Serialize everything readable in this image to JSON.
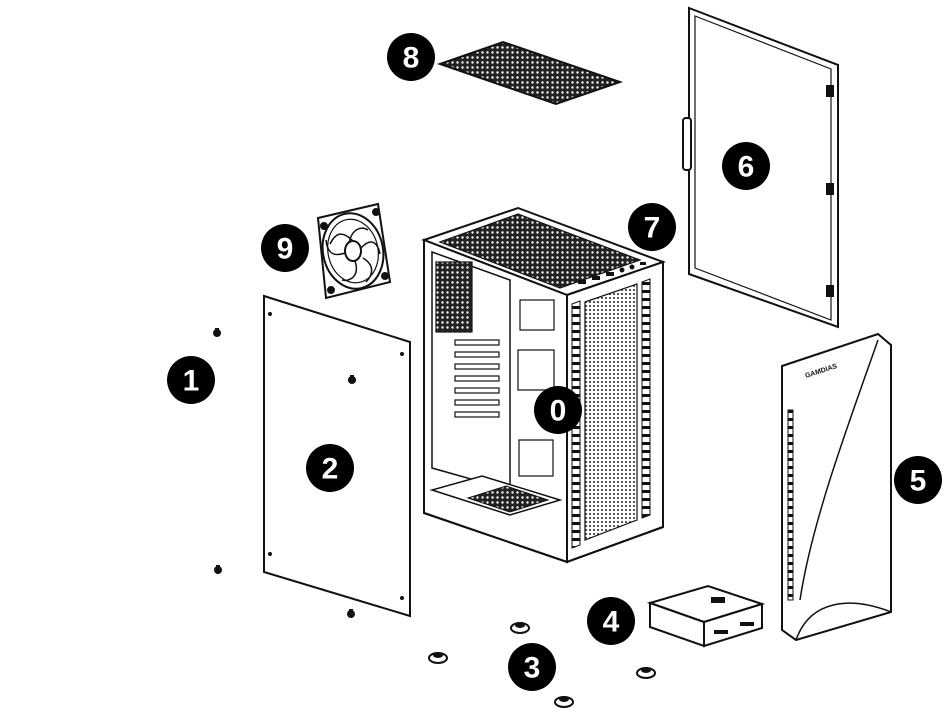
{
  "callouts": [
    {
      "id": "chassis",
      "label": "0"
    },
    {
      "id": "screws",
      "label": "1"
    },
    {
      "id": "side-panel",
      "label": "2"
    },
    {
      "id": "feet",
      "label": "3"
    },
    {
      "id": "drive-cage",
      "label": "4"
    },
    {
      "id": "front-panel",
      "label": "5"
    },
    {
      "id": "glass-side-panel",
      "label": "6"
    },
    {
      "id": "io-panel",
      "label": "7"
    },
    {
      "id": "dust-filter",
      "label": "8"
    },
    {
      "id": "fan",
      "label": "9"
    }
  ],
  "front_panel": {
    "brand": "GAMDIAS"
  },
  "colors": {
    "line": "#111111",
    "callout_bg": "#000000",
    "callout_text": "#ffffff",
    "background": "#ffffff"
  }
}
